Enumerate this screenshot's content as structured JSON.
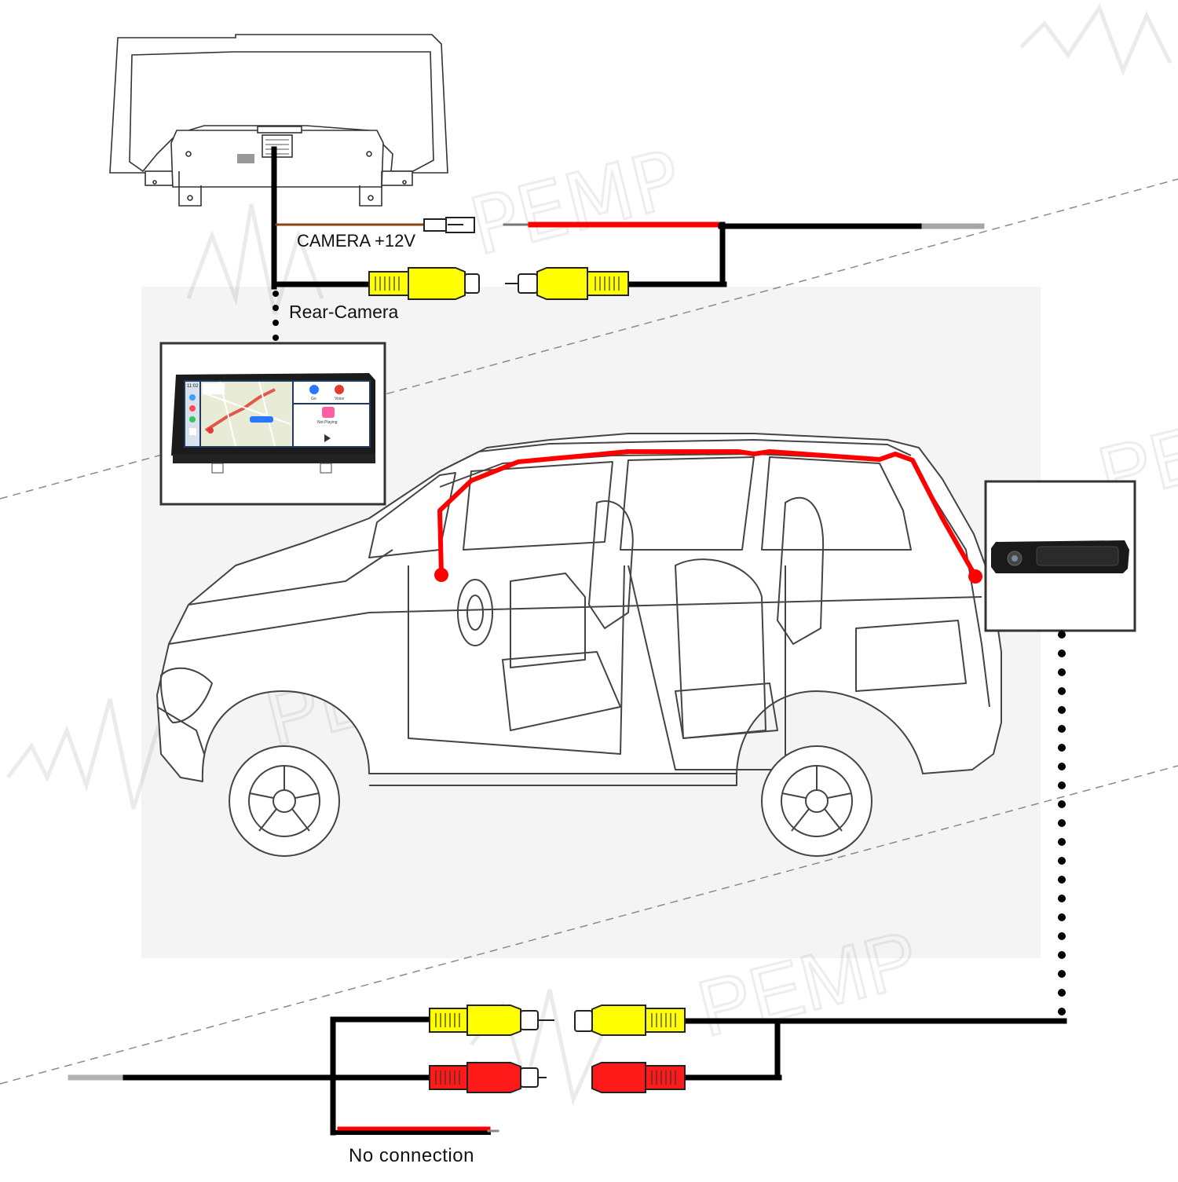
{
  "labels": {
    "camera_power": "CAMERA +12V",
    "rear_camera": "Rear-Camera",
    "no_connection": "No connection"
  },
  "watermark": {
    "text": "PEMP"
  },
  "carplay_screen": {
    "time": "11:02",
    "tiles": [
      "Go",
      "Voice",
      "Not Playing"
    ]
  },
  "colors": {
    "wire_black": "#000000",
    "wire_red": "#ff0000",
    "wire_brown": "#8b4513",
    "rca_yellow": "#ffff00",
    "rca_red": "#ff1a1a"
  },
  "icons": {
    "car": "suv-outline-icon",
    "head_unit": "factory-display-back-icon",
    "screen": "android-screen-icon",
    "camera": "trunk-handle-camera-icon"
  }
}
